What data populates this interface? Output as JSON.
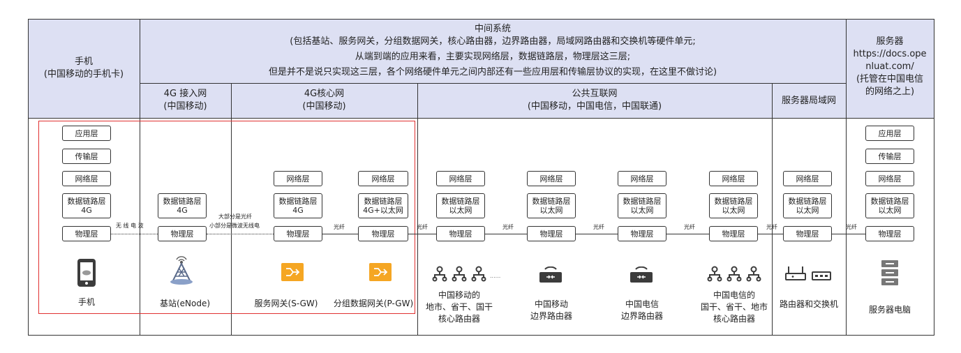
{
  "header": {
    "phone": "手机\n(中国移动的手机卡)",
    "middle_title": "中间系统",
    "middle_line1": "(包括基站、服务网关，分组数据网关，核心路由器，边界路由器，局域网路由器和交换机等硬件单元;",
    "middle_line2": "从端到端的应用来看，主要实现网络层，数据链路层，物理层这三层;",
    "middle_line3": "但是并不是说只实现这三层，各个网络硬件单元之间内部还有一些应用层和传输层协议的实现，在这里不做讨论)",
    "server": "服务器\nhttps://docs.ope\nnluat.com/\n(托管在中国电信\n的网络之上)",
    "sub_4g_access": "4G 接入网\n(中国移动)",
    "sub_4g_core": "4G核心网\n(中国移动)",
    "sub_internet": "公共互联网\n(中国移动，中国电信，中国联通)",
    "sub_lan": "服务器局域网"
  },
  "layers": {
    "app": "应用层",
    "transport": "传输层",
    "network": "网络层",
    "link_4g": "数据链路层\n4G",
    "link_4g_eth": "数据链路层\n4G+以太网",
    "link_eth": "数据链路层\n以太网",
    "physical": "物理层"
  },
  "links": {
    "wireless": "无 线 电 波",
    "fiber_mix1": "大部分是光纤",
    "fiber_mix2": "小部分是微波无线电",
    "fiber": "光纤"
  },
  "devices": {
    "phone": "手机",
    "base_station": "基站(eNode)",
    "sgw": "服务网关(S-GW)",
    "pgw": "分组数据网关(P-GW)",
    "cm_core": "中国移动的\n地市、省干、国干\n核心路由器",
    "cm_border": "中国移动\n边界路由器",
    "ct_border": "中国电信\n边界路由器",
    "ct_core": "中国电信的\n国干、省干、地市\n核心路由器",
    "router_switch": "路由器和交换机",
    "server_pc": "服务器电脑"
  },
  "colors": {
    "header_bg": "#dde0f3",
    "highlight": "#e03030",
    "gateway_orange": "#f5a623",
    "icon_gray": "#3c3c3c"
  }
}
